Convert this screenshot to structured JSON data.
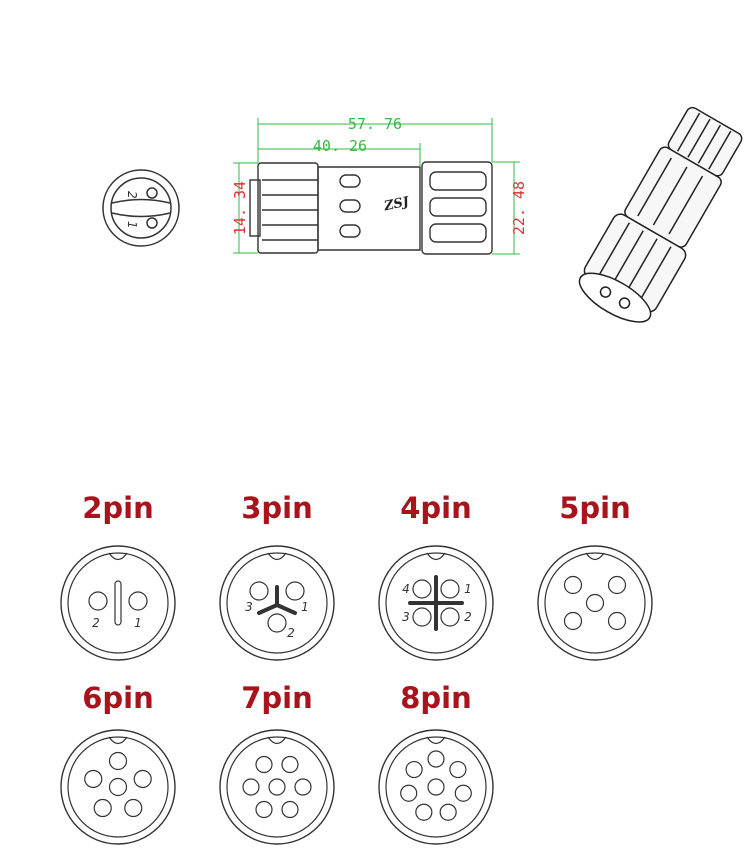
{
  "colors": {
    "dimension": "#33bb44",
    "dimension_vertical": "#dd3333",
    "title": "#a8141c",
    "outline": "#333333"
  },
  "drawing": {
    "brand_label": "ZSJ",
    "dim_overall": "57. 76",
    "dim_body": "40. 26",
    "dim_left_height": "14. 34",
    "dim_right_height": "22. 48",
    "front_view_pins": [
      "2",
      "1"
    ]
  },
  "pin_configs": [
    {
      "label": "2pin",
      "pins": 2,
      "numbers": [
        "2",
        "1"
      ]
    },
    {
      "label": "3pin",
      "pins": 3,
      "numbers": [
        "3",
        "1",
        "2"
      ]
    },
    {
      "label": "4pin",
      "pins": 4,
      "numbers": [
        "4",
        "1",
        "3",
        "2"
      ]
    },
    {
      "label": "5pin",
      "pins": 5,
      "numbers": []
    },
    {
      "label": "6pin",
      "pins": 6,
      "numbers": []
    },
    {
      "label": "7pin",
      "pins": 7,
      "numbers": []
    },
    {
      "label": "8pin",
      "pins": 8,
      "numbers": []
    }
  ]
}
